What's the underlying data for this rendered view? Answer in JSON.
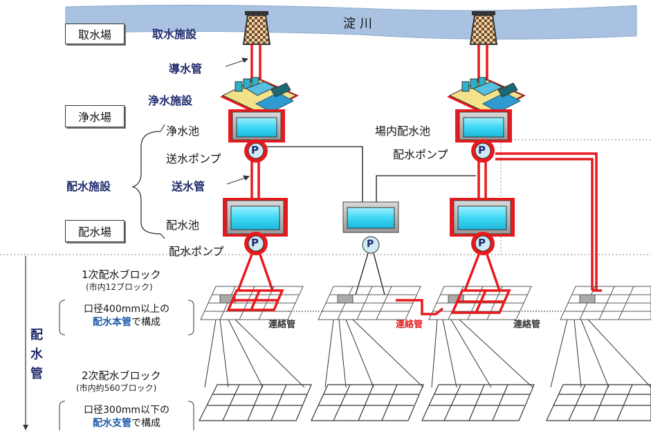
{
  "river": {
    "name": "淀川"
  },
  "left_labels": {
    "intake": "取水場",
    "purification": "浄水場",
    "distribution": "配水場"
  },
  "facilities": {
    "intake_facility": "取水施設",
    "conduit": "導水管",
    "purification_facility": "浄水施設",
    "clear_well": "浄水池",
    "transmission_pump": "送水ポンプ",
    "distribution_facilities": "配水施設",
    "transmission_pipe": "送水管",
    "distribution_reservoir": "配水池",
    "distribution_pump": "配水ポンプ",
    "onsite_reservoir": "場内配水池",
    "onsite_pump": "配水ポンプ"
  },
  "pump_symbol": "P",
  "distribution_pipes": {
    "title_chars": [
      "配",
      "水",
      "管"
    ]
  },
  "blocks": {
    "primary_title": "1次配水ブロック",
    "primary_count": "(市内12ブロック)",
    "primary_note_line1": "口径400mm以上の",
    "primary_note_highlight": "配水本管",
    "primary_note_suffix": "で構成",
    "secondary_title": "2次配水ブロック",
    "secondary_count": "(市内約560ブロック)",
    "secondary_note_line1": "口径300mm以下の",
    "secondary_note_highlight": "配水支管",
    "secondary_note_suffix": "で構成"
  },
  "connectors": [
    "連絡管",
    "連絡管",
    "連絡管"
  ],
  "colors": {
    "river": "#a9c2e2",
    "red": "#e8191c",
    "navy": "#1f2a6b",
    "tank_fill": "#3fd8f4",
    "pump_fill": "#cfe9f5"
  }
}
